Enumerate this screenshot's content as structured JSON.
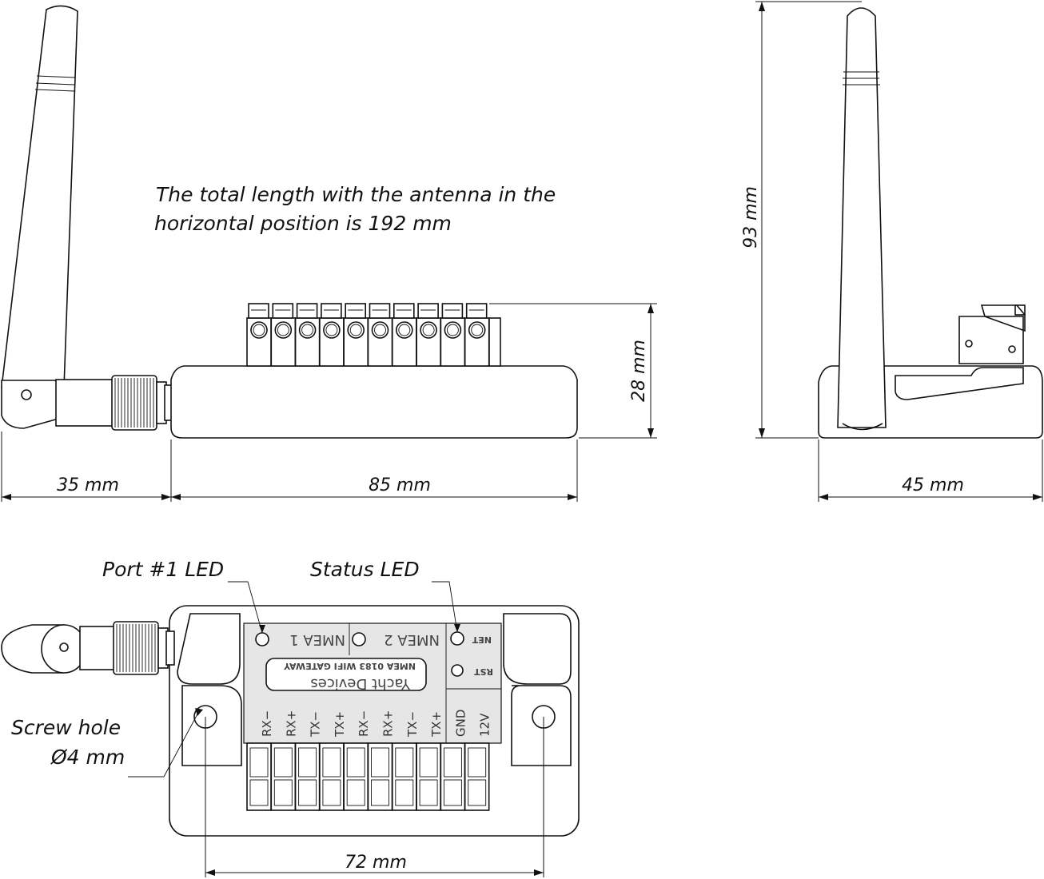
{
  "notes": {
    "total_length_line1": "The total length with the antenna in the",
    "total_length_line2": "horizontal position is 192 mm"
  },
  "dimensions": {
    "antenna_offset": "35 mm",
    "body_length": "85 mm",
    "height_front": "28 mm",
    "height_side": "93 mm",
    "width_side": "45 mm",
    "hole_spacing": "72 mm"
  },
  "callouts": {
    "port1_led": "Port #1 LED",
    "status_led": "Status LED",
    "screw_hole_line1": "Screw hole",
    "screw_hole_line2": "Ø4 mm"
  },
  "label_plate": {
    "nmea1": "NMEA 1",
    "nmea2": "NMEA 2",
    "net": "NET",
    "rst": "RST",
    "brand": "Yacht Devices",
    "product": "NMEA 0183 WIFI GATEWAY"
  },
  "pins": [
    "RX−",
    "RX+",
    "TX−",
    "TX+",
    "RX−",
    "RX+",
    "TX−",
    "TX+",
    "GND",
    "12V"
  ],
  "colors": {
    "line": "#111111",
    "plate": "#e6e6e6",
    "background": "#ffffff"
  }
}
